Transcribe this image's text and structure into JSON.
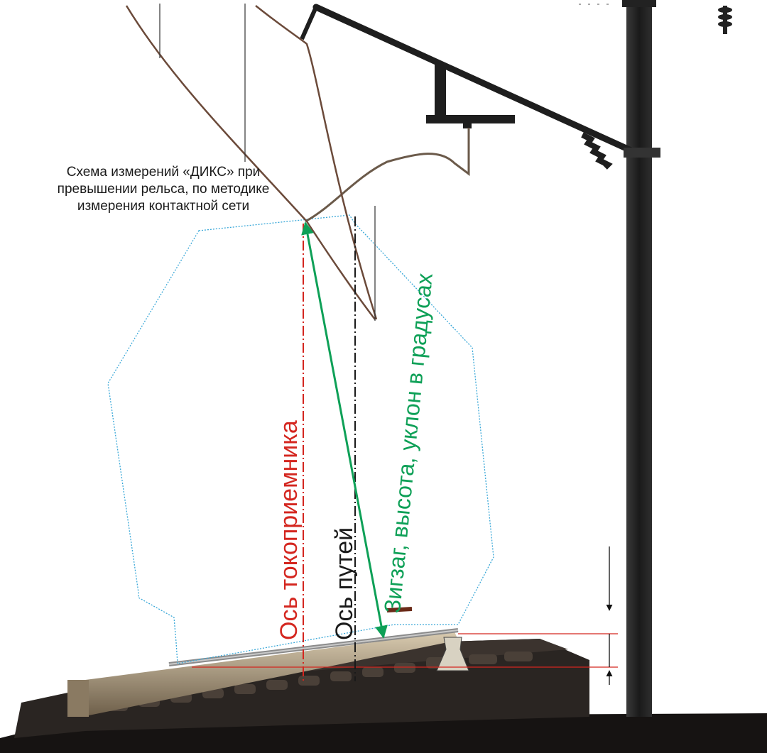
{
  "caption": {
    "line1": "Схема измерений «ДИКС» при",
    "line2": "превышении рельса, по методике",
    "line3": "измерения контактной сети"
  },
  "labels": {
    "pantograph_axis": "Ось токоприемника",
    "track_axis": "Ось путей",
    "measurement": "Зигзаг, высота, уклон в градусах"
  },
  "colors": {
    "pantograph_axis": "#d4261f",
    "track_axis": "#1a1a1a",
    "measurement_arrow": "#0ea057",
    "clearance_outline": "#3aa8d8",
    "pole": "#1e1e1e",
    "wire": "#6b4a3a",
    "ballast": "#2a2522"
  }
}
